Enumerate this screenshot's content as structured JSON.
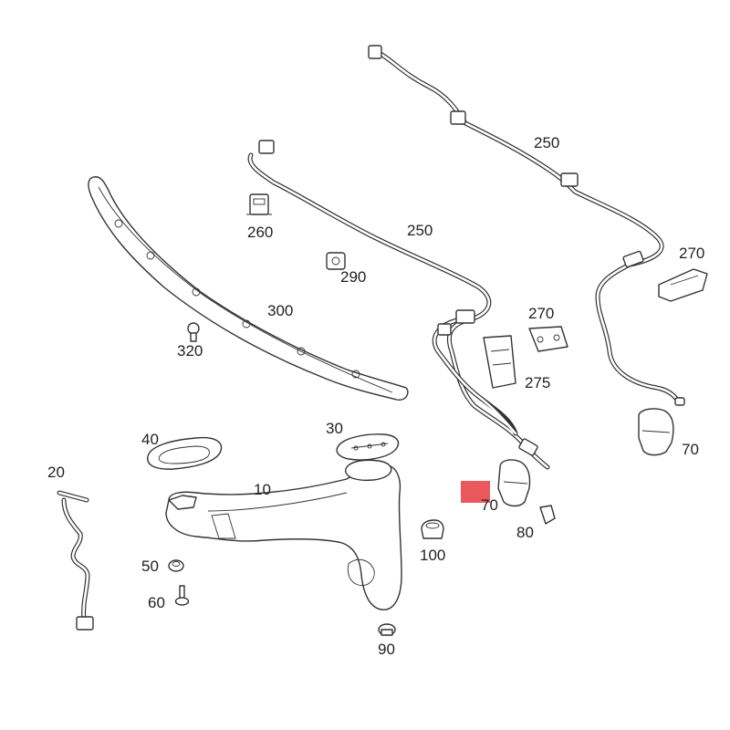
{
  "colors": {
    "line": "#333333",
    "marker": "#e8585c"
  },
  "callouts": {
    "c250a": "250",
    "c250b": "250",
    "c260": "260",
    "c290": "290",
    "c270a": "270",
    "c270b": "270",
    "c275": "275",
    "c300": "300",
    "c320": "320",
    "c40": "40",
    "c30": "30",
    "c10": "10",
    "c20": "20",
    "c50": "50",
    "c60": "60",
    "c90": "90",
    "c100": "100",
    "c70a": "70",
    "c70b": "70",
    "c80": "80"
  }
}
